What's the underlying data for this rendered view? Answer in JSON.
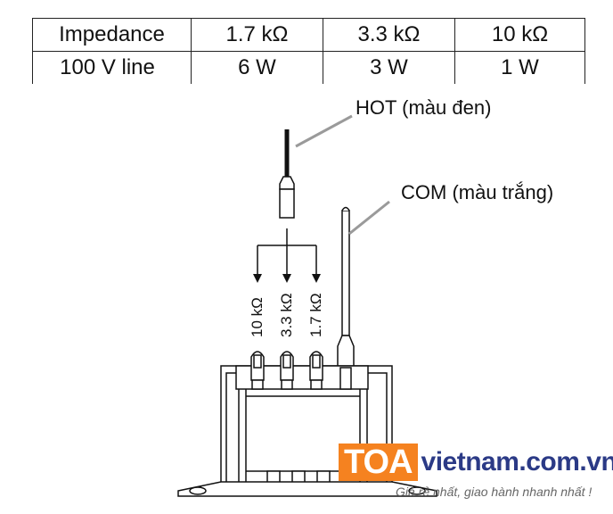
{
  "table": {
    "header_row": [
      "Impedance",
      "1.7 kΩ",
      "3.3 kΩ",
      "10 kΩ"
    ],
    "power_row": [
      "100 V line",
      "6 W",
      "3 W",
      "1 W"
    ]
  },
  "labels": {
    "hot": "HOT (màu đen)",
    "com": "COM (màu trắng)",
    "tap_10k": "10 kΩ",
    "tap_3k3": "3.3 kΩ",
    "tap_1k7": "1.7 kΩ"
  },
  "watermark": {
    "brand": "TOA",
    "domain": "vietnam.com.vn",
    "slogan": "Giá rẻ nhất, giao hành nhanh nhất !",
    "brand_color": "#f58220",
    "domain_color": "#2b3a86"
  }
}
